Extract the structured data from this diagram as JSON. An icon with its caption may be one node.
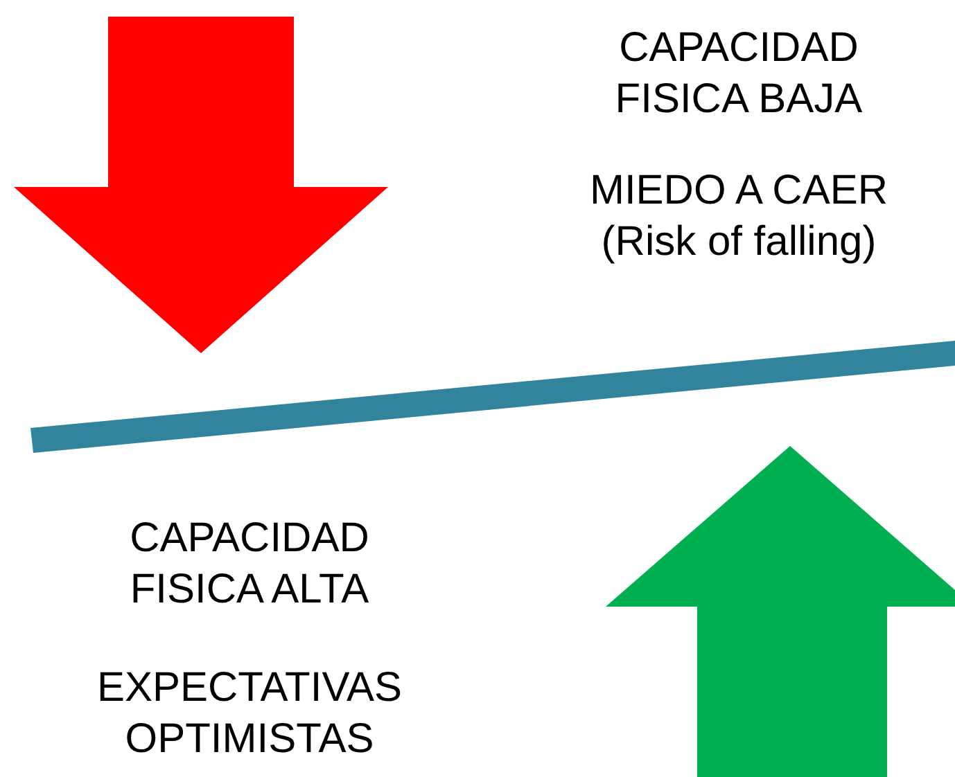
{
  "diagram": {
    "nodes": [
      {
        "text": [],
        "shape": "bar"
      }
    ],
    "labels": [
      "CAPACIDAD FISICA BAJA",
      "MIEDO A CAER (Risk of falling)",
      "CAPACIDAD FISICA ALTA",
      "EXPECTATIVAS OPTIMISTAS"
    ]
  }
}
